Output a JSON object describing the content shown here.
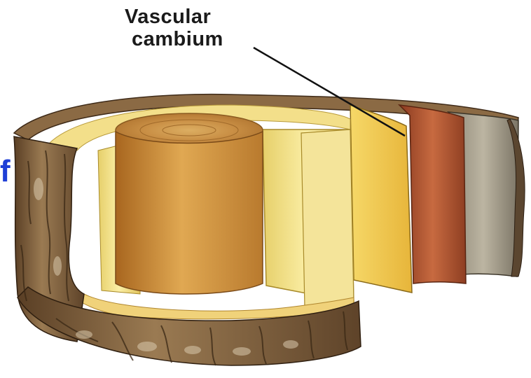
{
  "callout": {
    "line1": "Vascular",
    "line2": "cambium"
  },
  "edge_text": "f",
  "colors": {
    "bark": "#8a6a45",
    "bark_dark": "#3e2a18",
    "bark_light": "#d9c9ad",
    "heartwood": "#d4a04a",
    "sapwood": "#f2e08a",
    "cambium": "#f3c64a",
    "phloem": "#b85a35",
    "outer_bark": "#a9a290",
    "label_blue": "#1f3fd6"
  }
}
